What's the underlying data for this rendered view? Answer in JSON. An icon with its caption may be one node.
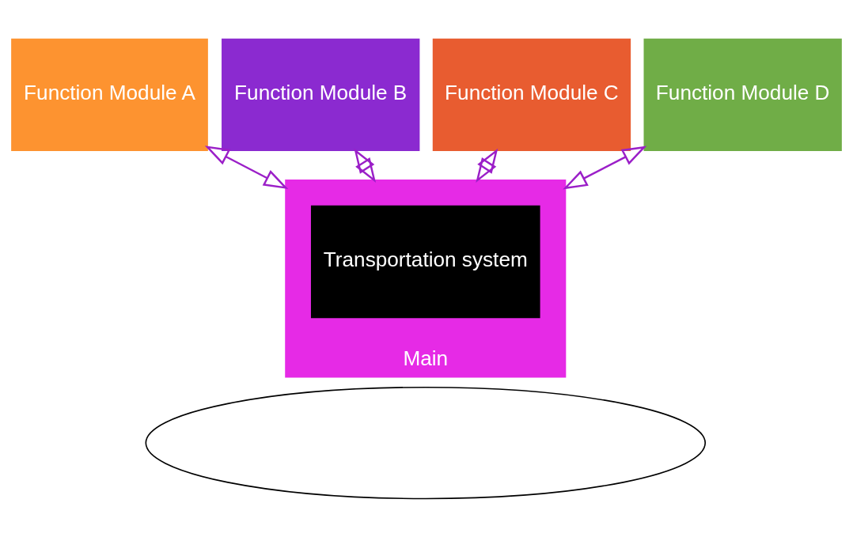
{
  "diagram": {
    "nodes": [
      {
        "text": [
          "Function Module A"
        ]
      },
      {
        "text": [
          "Function Module B"
        ]
      },
      {
        "text": [
          "Function Module C"
        ]
      },
      {
        "text": [
          "Function Module D"
        ]
      },
      {
        "text": [
          "Main"
        ]
      },
      {
        "text": [
          "Transportation system"
        ],
        "in": 4
      },
      {
        "text": [],
        "shape": "cloud"
      }
    ],
    "edges": [
      {
        "from": 0,
        "to": 4,
        "arrow": "both"
      },
      {
        "from": 1,
        "to": 4,
        "arrow": "both"
      },
      {
        "from": 2,
        "to": 4,
        "arrow": "both"
      },
      {
        "from": 3,
        "to": 4,
        "arrow": "both"
      }
    ]
  }
}
